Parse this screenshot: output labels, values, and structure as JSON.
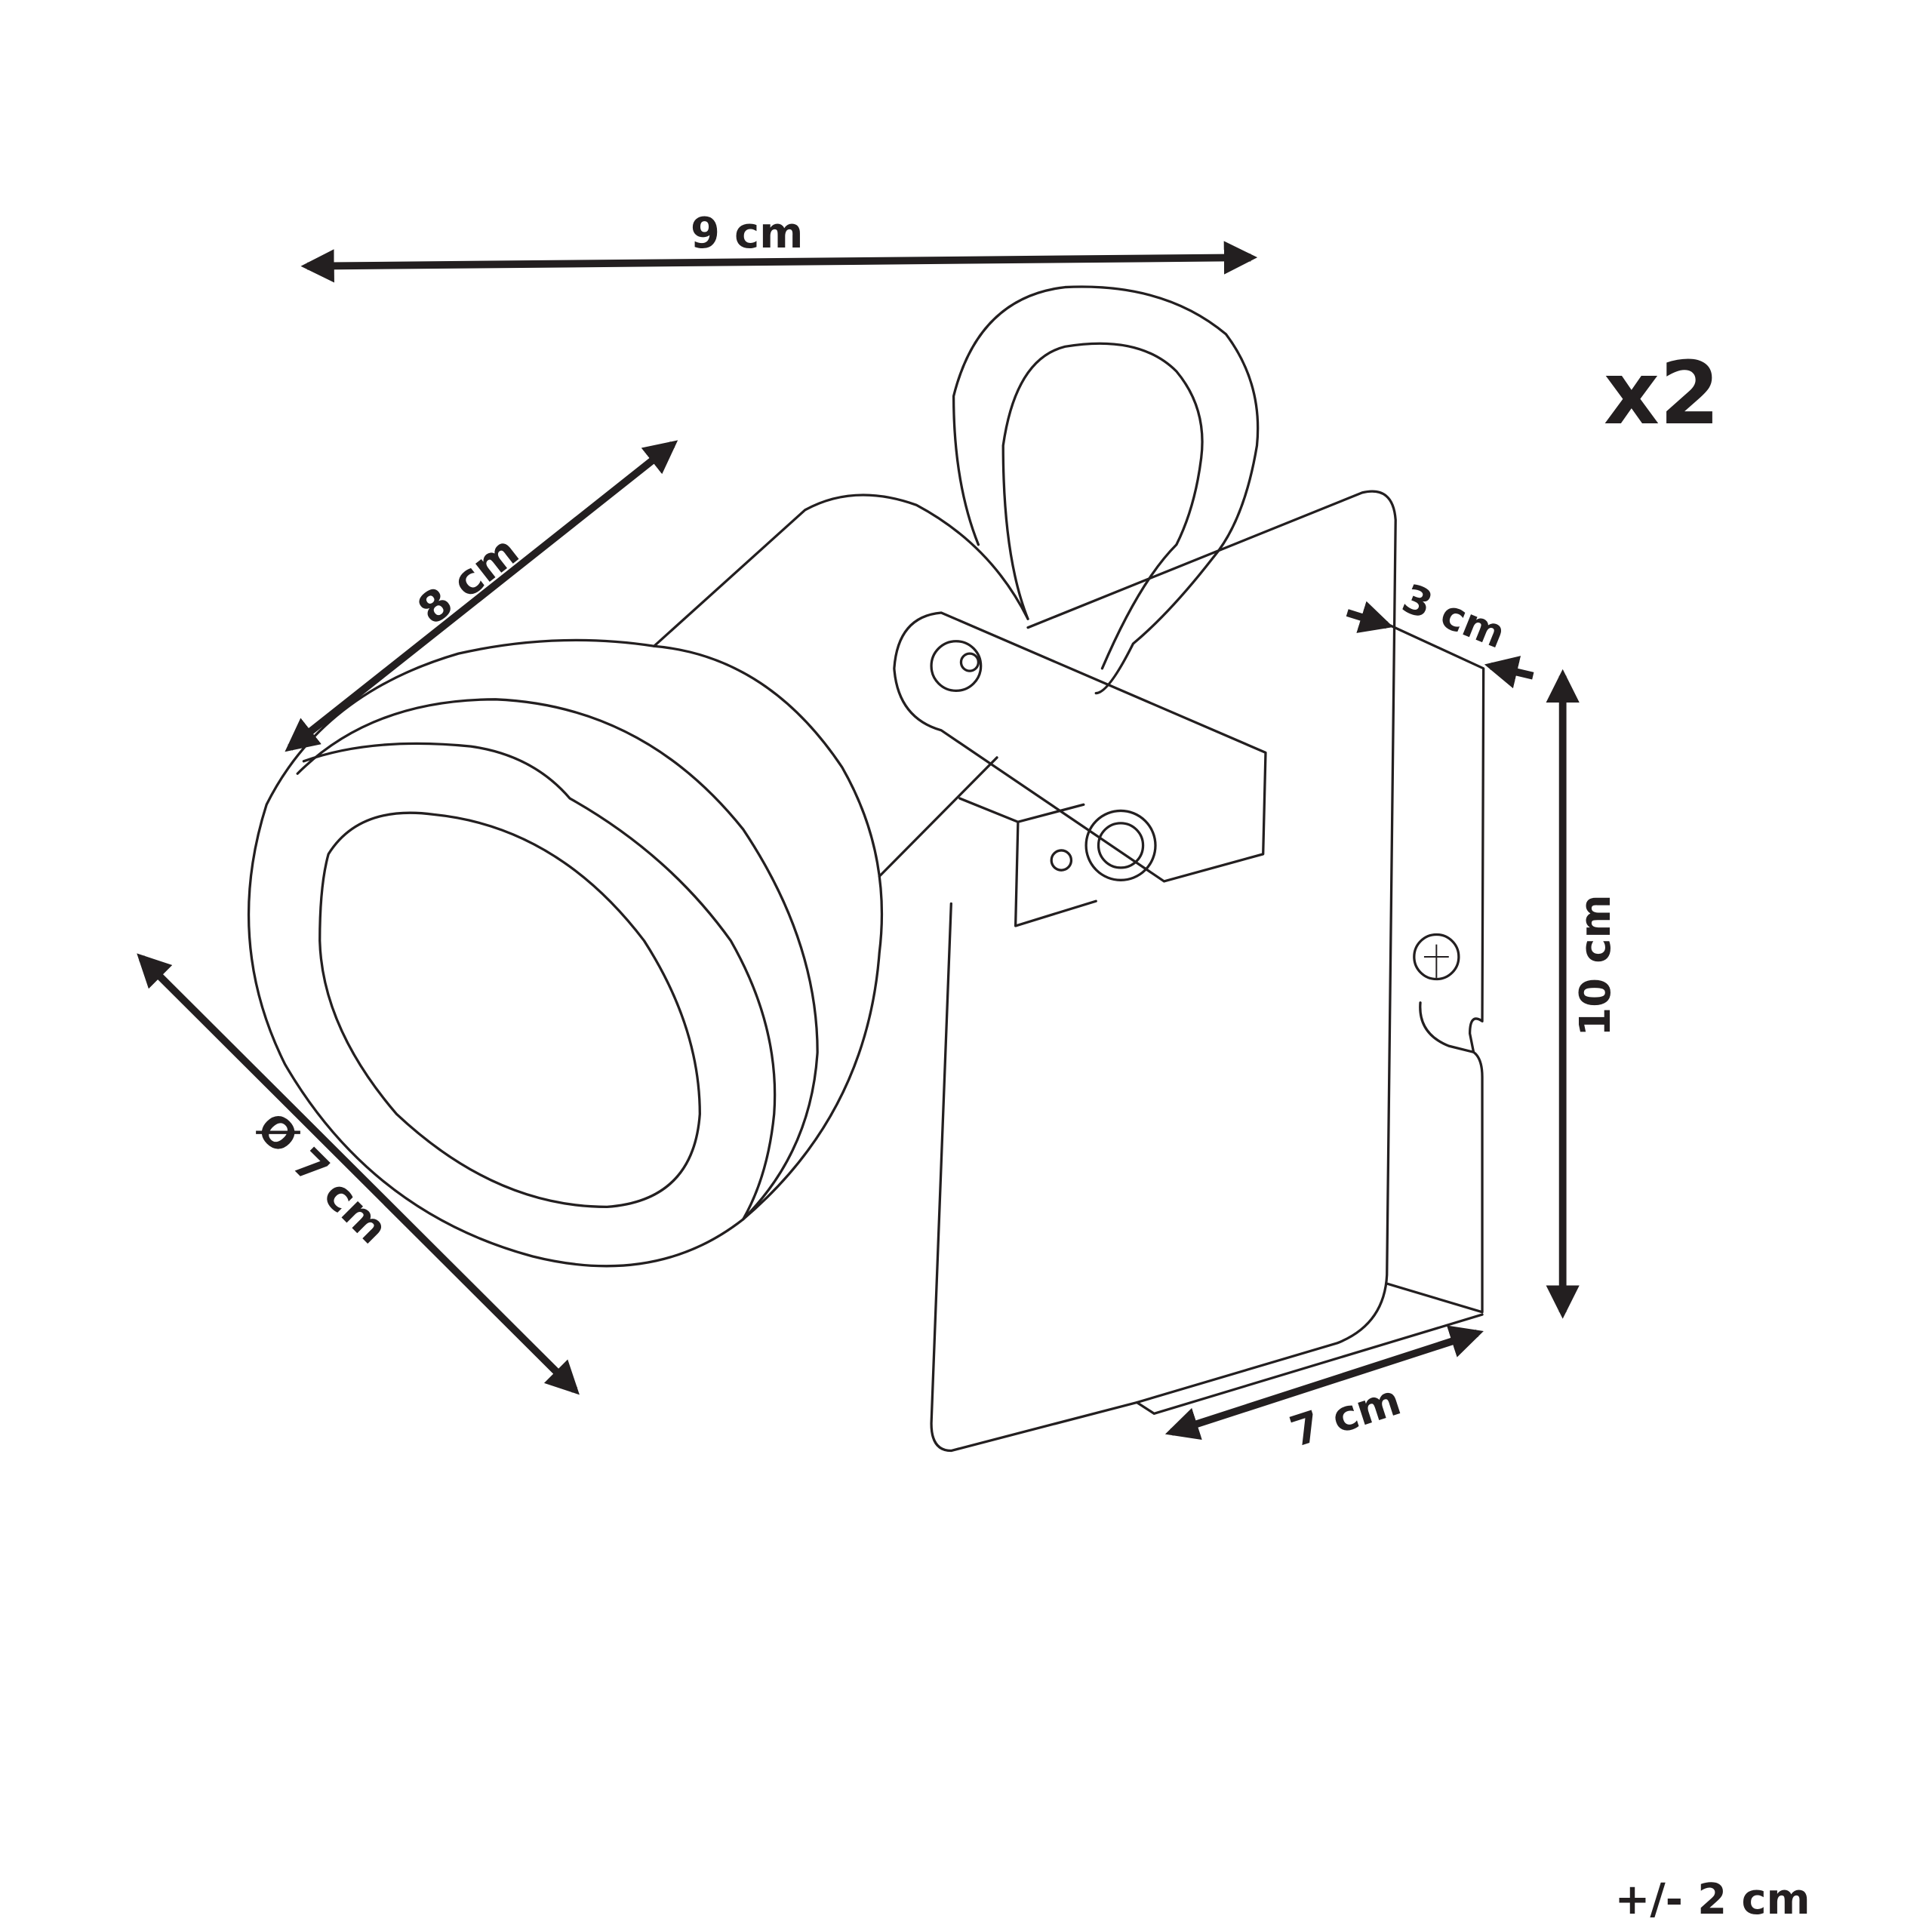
{
  "dimensions": {
    "width_top": "9 cm",
    "depth_arm": "8 cm",
    "head_diameter": "Ø 7 cm",
    "plate_thickness": "3 cm",
    "plate_height": "10 cm",
    "plate_width": "7 cm"
  },
  "quantity": "x2",
  "tolerance": "+/- 2 cm",
  "colors": {
    "line": "#231f20",
    "background": "#ffffff"
  }
}
